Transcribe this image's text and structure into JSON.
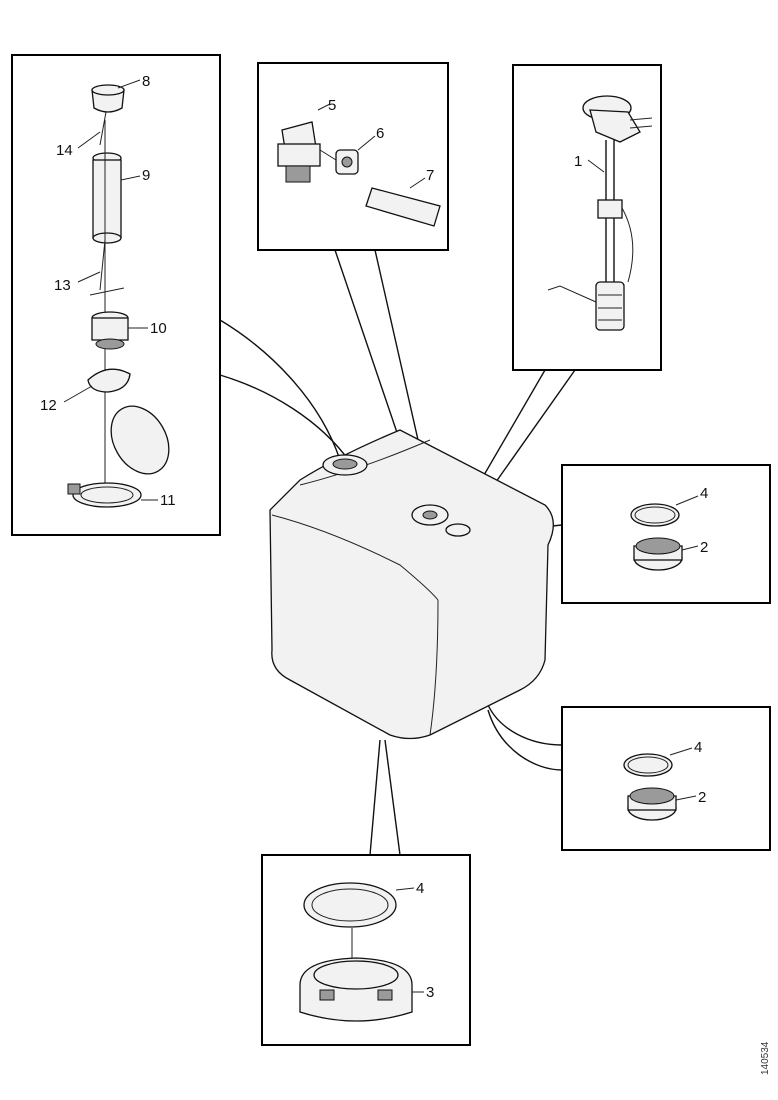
{
  "callouts": {
    "c1": "1",
    "c2a": "2",
    "c2b": "2",
    "c3": "3",
    "c4a": "4",
    "c4b": "4",
    "c4c": "4",
    "c5": "5",
    "c6": "6",
    "c7": "7",
    "c8": "8",
    "c9": "9",
    "c10": "10",
    "c11": "11",
    "c12": "12",
    "c13": "13",
    "c14": "14"
  },
  "reference_number": "140534"
}
